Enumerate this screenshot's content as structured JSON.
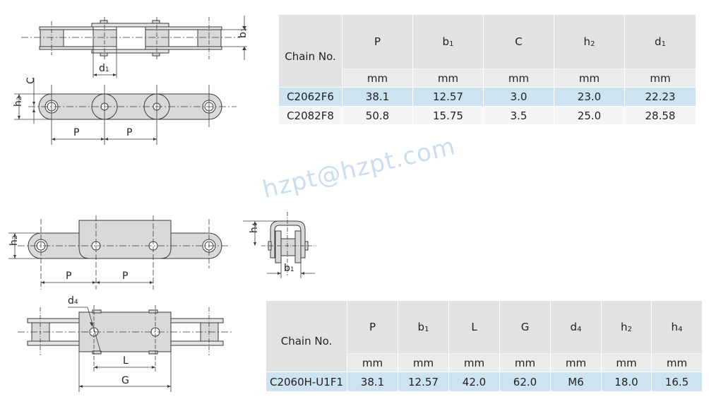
{
  "watermark": "hzpt@hzpt.com",
  "drawing_labels": {
    "top_plan": {
      "b1_main": "b",
      "b1_sub": "1",
      "d1_main": "d",
      "d1_sub": "1"
    },
    "top_side": {
      "c": "C",
      "h2_main": "h",
      "h2_sub": "2",
      "p1": "P",
      "p2": "P"
    },
    "bottom_side": {
      "h2_main": "h",
      "h2_sub": "2",
      "p1": "P",
      "p2": "P"
    },
    "bottom_end": {
      "h4_main": "h",
      "h4_sub": "4",
      "b1_main": "b",
      "b1_sub": "1"
    },
    "bottom_plan": {
      "d4_main": "d",
      "d4_sub": "4",
      "l": "L",
      "g": "G"
    }
  },
  "table1": {
    "header_label": "Chain No.",
    "columns": [
      {
        "main": "P",
        "sub": "",
        "unit": "mm"
      },
      {
        "main": "b",
        "sub": "1",
        "unit": "mm"
      },
      {
        "main": "C",
        "sub": "",
        "unit": "mm"
      },
      {
        "main": "h",
        "sub": "2",
        "unit": "mm"
      },
      {
        "main": "d",
        "sub": "1",
        "unit": "mm"
      }
    ],
    "rows": [
      {
        "chain_no": "C2062F6",
        "values": [
          "38.1",
          "12.57",
          "3.0",
          "23.0",
          "22.23"
        ]
      },
      {
        "chain_no": "C2082F8",
        "values": [
          "50.8",
          "15.75",
          "3.5",
          "25.0",
          "28.58"
        ]
      }
    ]
  },
  "table2": {
    "header_label": "Chain No.",
    "columns": [
      {
        "main": "P",
        "sub": "",
        "unit": "mm"
      },
      {
        "main": "b",
        "sub": "1",
        "unit": "mm"
      },
      {
        "main": "L",
        "sub": "",
        "unit": "mm"
      },
      {
        "main": "G",
        "sub": "",
        "unit": "mm"
      },
      {
        "main": "d",
        "sub": "4",
        "unit": "mm"
      },
      {
        "main": "h",
        "sub": "2",
        "unit": "mm"
      },
      {
        "main": "h",
        "sub": "4",
        "unit": "mm"
      }
    ],
    "rows": [
      {
        "chain_no": "C2060H-U1F1",
        "values": [
          "38.1",
          "12.57",
          "42.0",
          "62.0",
          "M6",
          "18.0",
          "16.5"
        ]
      }
    ]
  },
  "colors": {
    "header_bg": "#e1e2e4",
    "units_bg": "#eaebec",
    "row_highlight": "#cde3ef",
    "row_plain": "#f4f5f6",
    "part_fill": "#d9d9d9",
    "line": "#3a3a3a",
    "watermark": "#c9def2"
  }
}
